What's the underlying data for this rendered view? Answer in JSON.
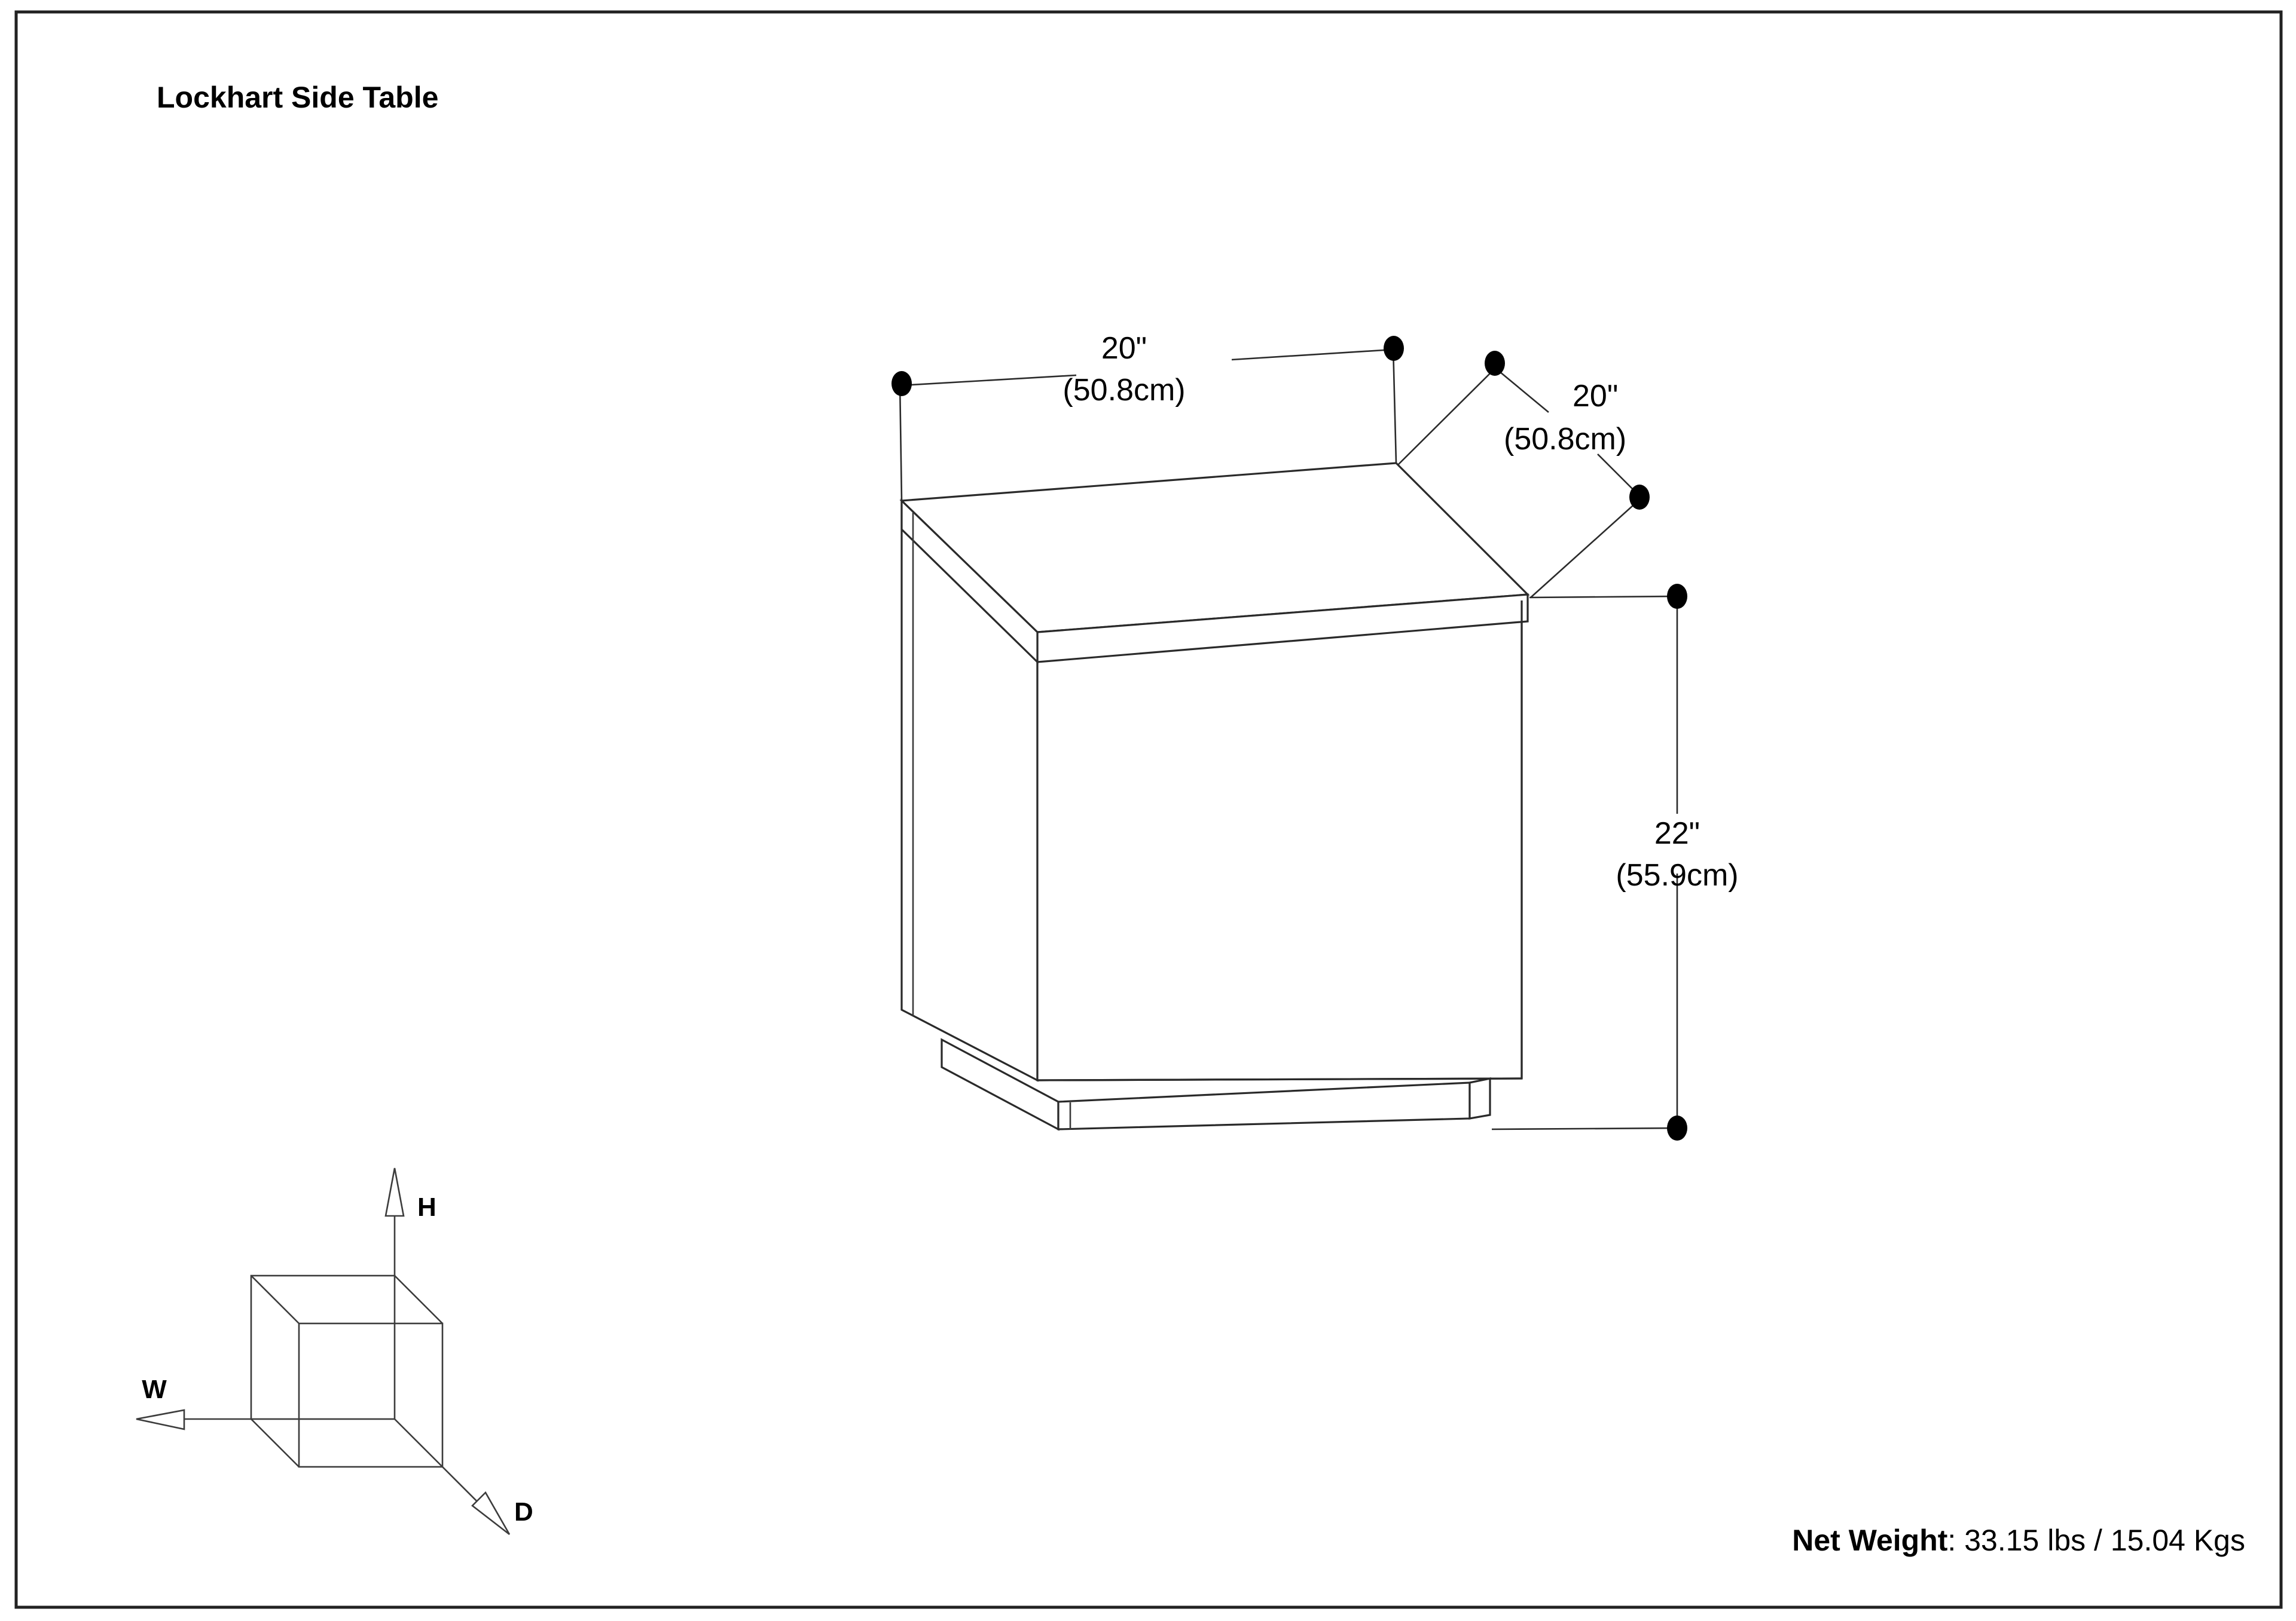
{
  "sheet": {
    "title": "Lockhart Side Table",
    "border_color": "#222222",
    "background": "#ffffff",
    "line_color": "#2a2a2a"
  },
  "product": {
    "name": "Lockhart Side Table",
    "view": "isometric-3d-line-drawing"
  },
  "dimensions": {
    "width": {
      "label_in": "20\"",
      "label_cm": "(50.8cm)",
      "axis": "W"
    },
    "depth": {
      "label_in": "20\"",
      "label_cm": "(50.8cm)",
      "axis": "D"
    },
    "height": {
      "label_in": "22\"",
      "label_cm": "(55.9cm)",
      "axis": "H"
    }
  },
  "axis_legend": {
    "height_label": "H",
    "width_label": "W",
    "depth_label": "D"
  },
  "footer": {
    "weight_label": "Net Weight",
    "weight_separator": ": ",
    "weight_value": "33.15 lbs / 15.04 Kgs"
  }
}
